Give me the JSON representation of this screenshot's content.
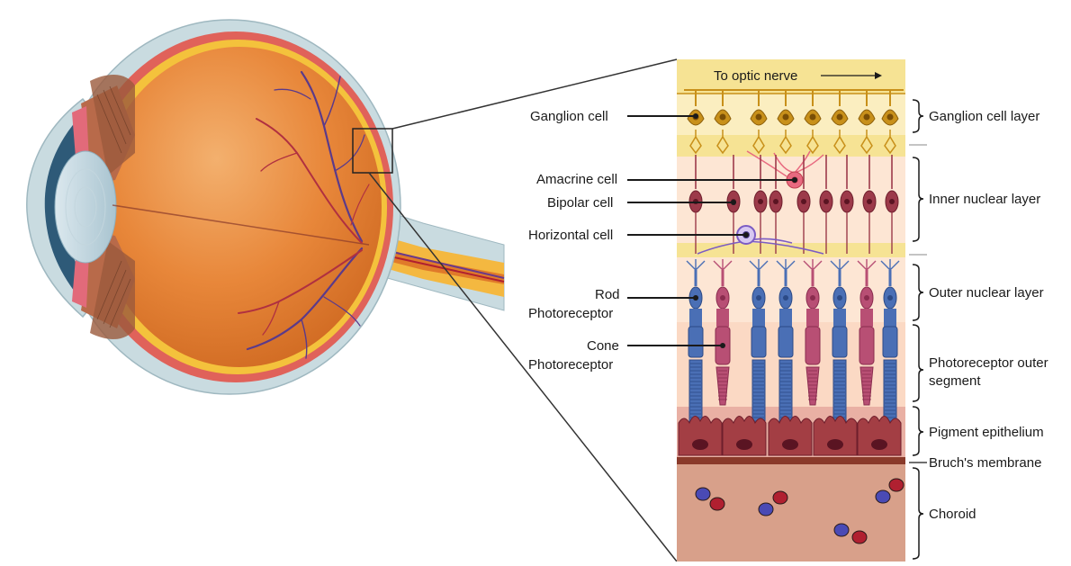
{
  "diagram": {
    "header_label": "To optic nerve",
    "left_labels": {
      "ganglion": "Ganglion cell",
      "amacrine": "Amacrine cell",
      "bipolar": "Bipolar cell",
      "horizontal": "Horizontal cell",
      "rod_line1": "Rod",
      "rod_line2": "Photoreceptor",
      "cone_line1": "Cone",
      "cone_line2": "Photoreceptor"
    },
    "layers": {
      "ganglion_cell_layer": "Ganglion cell layer",
      "inner_nuclear_layer": "Inner nuclear layer",
      "outer_nuclear_layer": "Outer nuclear layer",
      "outer_segment_line1": "Photoreceptor outer",
      "outer_segment_line2": "segment",
      "pigment_epithelium": "Pigment epithelium",
      "bruchs_membrane": "Bruch's membrane",
      "choroid": "Choroid"
    },
    "photoreceptor_sequence": [
      "rod",
      "cone",
      "rod",
      "rod",
      "cone",
      "rod",
      "cone",
      "rod"
    ],
    "colors": {
      "rod": "#4a6fb5",
      "cone": "#b84f74",
      "ganglion": "#c8901a",
      "bipolar": "#9c3a4a",
      "amacrine": "#e86a80",
      "horizontal": "#7b5cc4",
      "eye_body": "#e5842f",
      "sclera": "#b9cfd6",
      "choroid_tissue": "#d8a08a"
    }
  }
}
